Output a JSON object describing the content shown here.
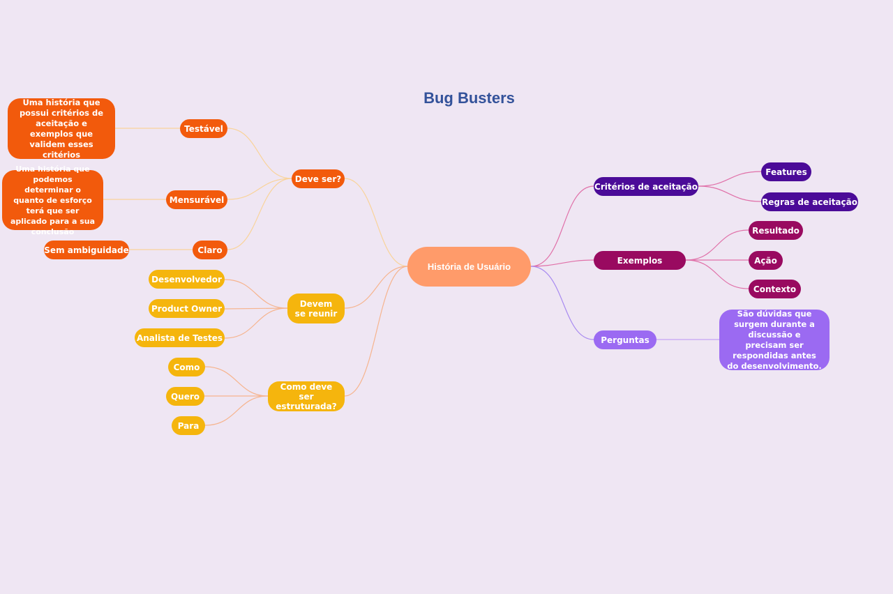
{
  "title": "Bug Busters",
  "colors": {
    "background": "#efe6f3",
    "title": "#33529a",
    "root": "#ff9b6a",
    "orange": "#f25a0c",
    "yellow": "#f5b50d",
    "indigo": "#4b0b98",
    "wine": "#990a60",
    "violet": "#9b6af2"
  },
  "root": "História de Usuário",
  "left_branches": {
    "deve_ser": {
      "label": "Deve ser?",
      "children": {
        "testavel": {
          "label": "Testável",
          "note": "Uma história que possui critérios de aceitação e exemplos que validem esses critérios"
        },
        "mensuravel": {
          "label": "Mensurável",
          "note": "Uma história que podemos determinar o quanto de esforço terá que ser aplicado para a sua conclusão"
        },
        "claro": {
          "label": "Claro",
          "note": "Sem ambiguidade"
        }
      }
    },
    "devem_se_reunir": {
      "label": "Devem se reunir",
      "children": [
        "Desenvolvedor",
        "Product Owner",
        "Analista de Testes"
      ]
    },
    "como_deve_ser_estruturada": {
      "label": "Como deve ser estruturada?",
      "children": [
        "Como",
        "Quero",
        "Para"
      ]
    }
  },
  "right_branches": {
    "criterios": {
      "label": "Critérios de aceitação",
      "children": [
        "Features",
        "Regras de aceitação"
      ]
    },
    "exemplos": {
      "label": "Exemplos",
      "children": [
        "Resultado",
        "Ação",
        "Contexto"
      ]
    },
    "perguntas": {
      "label": "Perguntas",
      "note": "São dúvidas que surgem durante a discussão e precisam ser respondidas antes do desenvolvimento."
    }
  }
}
